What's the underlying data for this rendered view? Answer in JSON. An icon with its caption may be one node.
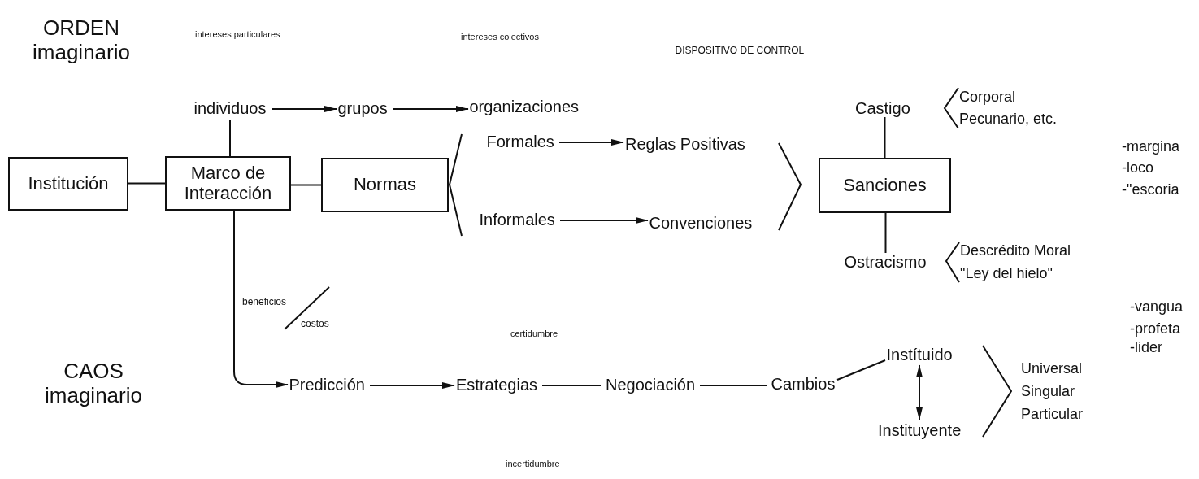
{
  "diagram": {
    "nodes": [
      {
        "text": [
          "Institución"
        ]
      },
      {
        "text": [
          "Marco de Interacción"
        ]
      },
      {
        "text": [
          "Normas"
        ]
      },
      {
        "text": [
          "individuos"
        ]
      },
      {
        "text": [
          "grupos"
        ]
      },
      {
        "text": [
          "organizaciones"
        ]
      },
      {
        "text": [
          "Formales"
        ]
      },
      {
        "text": [
          "Reglas Positivas"
        ]
      },
      {
        "text": [
          "Informales"
        ]
      },
      {
        "text": [
          "Convenciones"
        ]
      },
      {
        "text": [
          "Sanciones"
        ]
      },
      {
        "text": [
          "Castigo"
        ]
      },
      {
        "text": [
          "Ostracismo"
        ]
      },
      {
        "text": [
          "Predicción"
        ]
      },
      {
        "text": [
          "Estrategias"
        ]
      },
      {
        "text": [
          "Negociación"
        ]
      },
      {
        "text": [
          "Cambios"
        ]
      },
      {
        "text": [
          "Instítuido"
        ]
      },
      {
        "text": [
          "Instituyente"
        ]
      }
    ],
    "edges": [
      {
        "from": 0,
        "to": 1,
        "arrow": "none"
      },
      {
        "from": 1,
        "to": 2,
        "arrow": "none"
      },
      {
        "from": 1,
        "to": 3,
        "arrow": "none"
      },
      {
        "from": 3,
        "to": 4,
        "arrow": "to"
      },
      {
        "from": 4,
        "to": 5,
        "arrow": "to"
      },
      {
        "from": 6,
        "to": 7,
        "arrow": "to"
      },
      {
        "from": 8,
        "to": 9,
        "arrow": "to"
      },
      {
        "from": 11,
        "to": 10,
        "arrow": "none"
      },
      {
        "from": 10,
        "to": 12,
        "arrow": "none"
      },
      {
        "from": 1,
        "to": 13,
        "arrow": "to"
      },
      {
        "from": 13,
        "to": 14,
        "arrow": "to"
      },
      {
        "from": 14,
        "to": 15,
        "arrow": "none"
      },
      {
        "from": 15,
        "to": 16,
        "arrow": "none"
      },
      {
        "from": 16,
        "to": 17,
        "arrow": "none"
      },
      {
        "from": 17,
        "to": 18,
        "arrow": "both"
      }
    ],
    "labels": [
      "ORDEN imaginario",
      "intereses particulares",
      "intereses colectivos",
      "DISPOSITIVO DE CONTROL",
      "Corporal",
      "Pecunario, etc.",
      "-margina",
      "-loco",
      "-\"escoria",
      "Descrédito Moral",
      "\"Ley del hielo\"",
      "beneficios",
      "costos",
      "certidumbre",
      "CAOS imaginario",
      "Universal",
      "Singular",
      "Particular",
      "-vangua",
      "-profeta",
      "-lider",
      "incertidumbre"
    ]
  }
}
